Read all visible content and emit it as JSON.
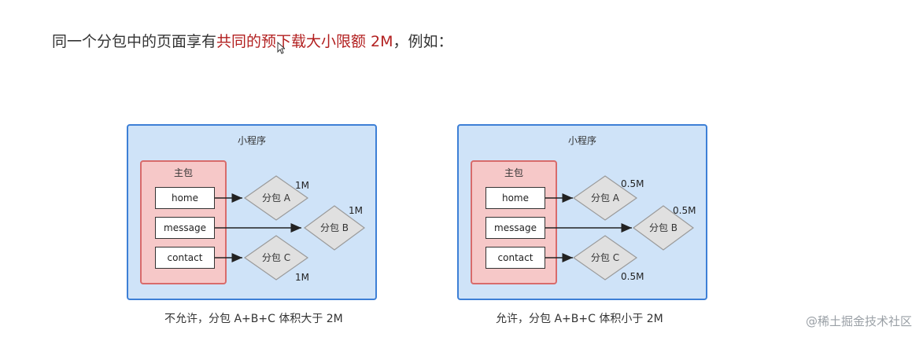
{
  "heading": {
    "before": "同一个分包中的页面享有",
    "highlight": "共同的预下载大小限额 2M",
    "after": "，例如："
  },
  "colors": {
    "highlight": "#b21f1f",
    "program_bg": "#cfe3f8",
    "program_border": "#3d7fd6",
    "main_bg": "#f6c8c8",
    "main_border": "#d86b6b",
    "diamond_bg": "#e0e0e0"
  },
  "diagrams": [
    {
      "program_label": "小程序",
      "main_label": "主包",
      "pages": [
        "home",
        "message",
        "contact"
      ],
      "subpackages": [
        {
          "label": "分包 A",
          "size": "1M"
        },
        {
          "label": "分包 B",
          "size": "1M"
        },
        {
          "label": "分包 C",
          "size": "1M"
        }
      ],
      "caption": "不允许，分包 A+B+C 体积大于 2M"
    },
    {
      "program_label": "小程序",
      "main_label": "主包",
      "pages": [
        "home",
        "message",
        "contact"
      ],
      "subpackages": [
        {
          "label": "分包 A",
          "size": "0.5M"
        },
        {
          "label": "分包 B",
          "size": "0.5M"
        },
        {
          "label": "分包 C",
          "size": "0.5M"
        }
      ],
      "caption": "允许，分包 A+B+C 体积小于 2M"
    }
  ],
  "watermark": "@稀土掘金技术社区"
}
